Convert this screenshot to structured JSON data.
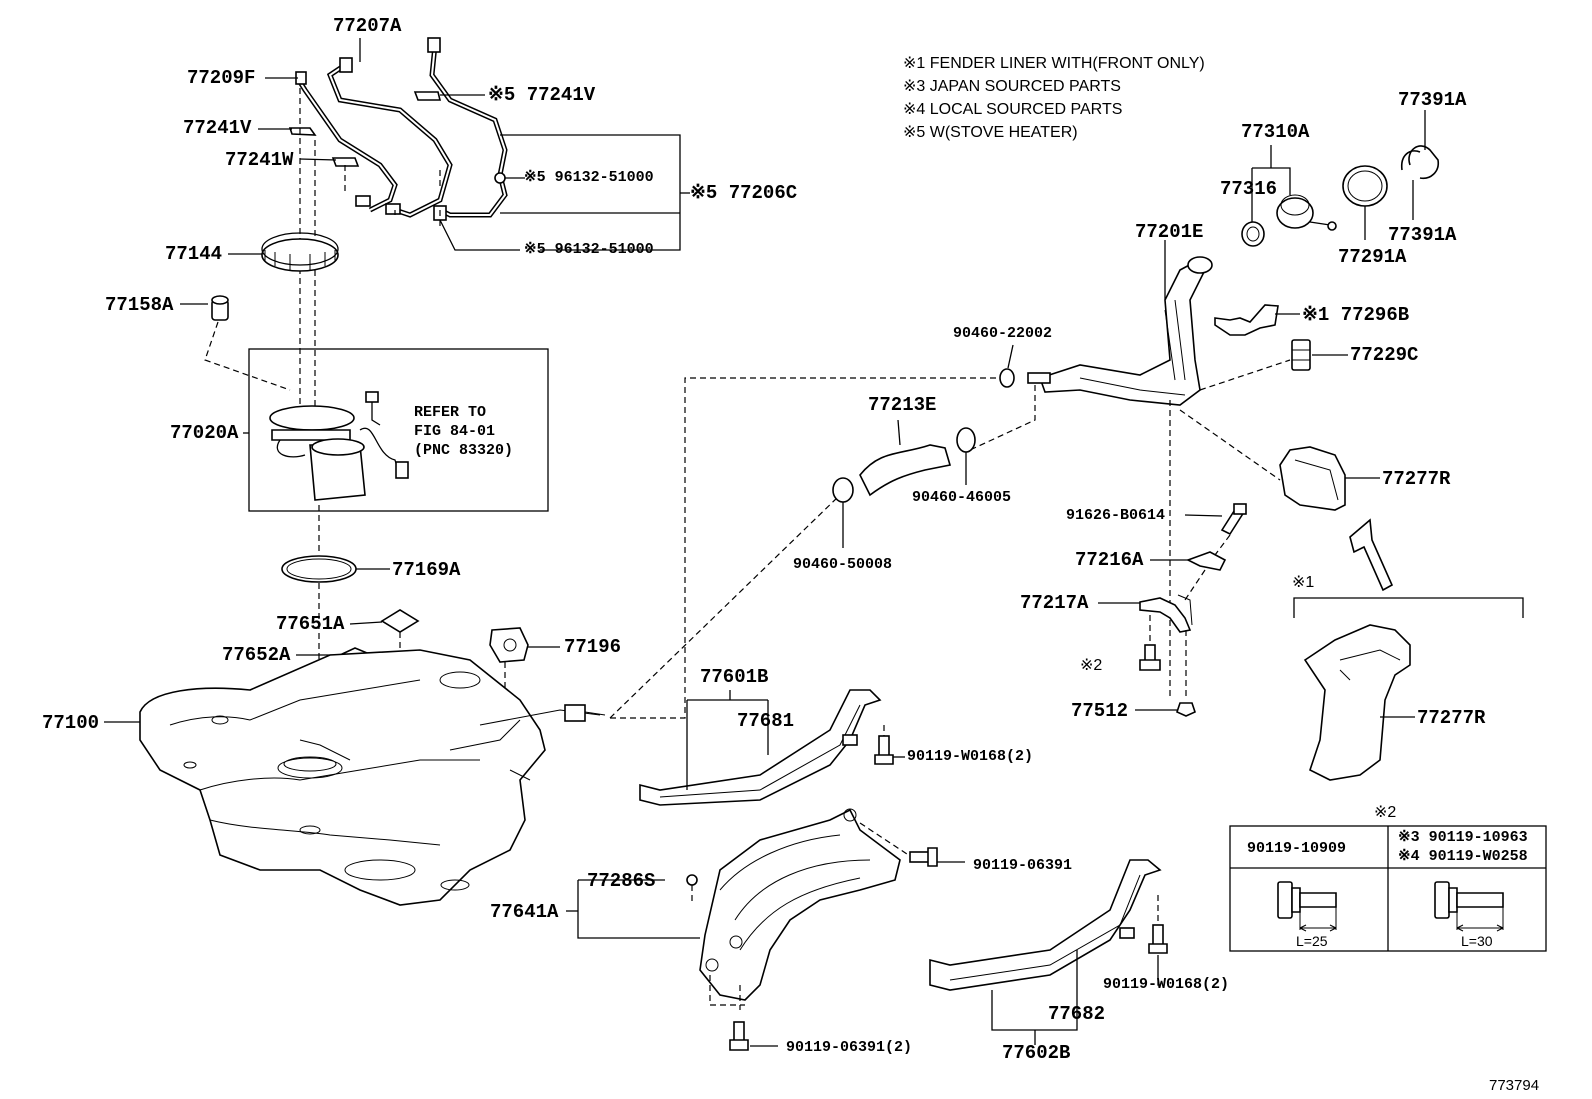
{
  "notes": [
    "※1 FENDER LINER WITH(FRONT ONLY)",
    "※3 JAPAN SOURCED PARTS",
    "※4 LOCAL SOURCED PARTS",
    "※5 W(STOVE HEATER)"
  ],
  "labels": {
    "p77207A": "77207A",
    "p77209F": "77209F",
    "p77241V_a": "77241V",
    "p77241V_b": "※5 77241V",
    "p77241W": "77241W",
    "p96132_a": "※5 96132-51000",
    "p96132_b": "※5 96132-51000",
    "p77206C": "※5 77206C",
    "p77144": "77144",
    "p77158A": "77158A",
    "p77020A": "77020A",
    "p77169A": "77169A",
    "p77651A": "77651A",
    "p77652A": "77652A",
    "p77196": "77196",
    "p77100": "77100",
    "p77601B": "77601B",
    "p77681": "77681",
    "p90119_W0168_a": "90119-W0168(2)",
    "p90119_06391_a": "90119-06391",
    "p77286S": "77286S",
    "p77641A": "77641A",
    "p90119_06391_b": "90119-06391(2)",
    "p90119_W0168_b": "90119-W0168(2)",
    "p77682": "77682",
    "p77602B": "77602B",
    "p90460_22002": "90460-22002",
    "p77213E": "77213E",
    "p90460_46005": "90460-46005",
    "p90460_50008": "90460-50008",
    "p77201E": "77201E",
    "p77310A": "77310A",
    "p77316": "77316",
    "p77391A_a": "77391A",
    "p77391A_b": "77391A",
    "p77291A": "77291A",
    "p77296B": "※1 77296B",
    "p77229C": "77229C",
    "p77277R_a": "77277R",
    "p77277R_b": "77277R",
    "p91626": "91626-B0614",
    "p77216A": "77216A",
    "p77217A": "77217A",
    "p77512": "77512",
    "p_star2_bolt": "※2",
    "p_star1": "※1"
  },
  "refer": {
    "line1": "REFER TO",
    "line2": "FIG 84-01",
    "line3": "(PNC 83320)"
  },
  "table": {
    "title": "※2",
    "col1_head": "90119-10909",
    "col2_head_1": "※3 90119-10963",
    "col2_head_2": "※4 90119-W0258",
    "col1_dim": "L=25",
    "col2_dim": "L=30"
  },
  "figure_number": "773794"
}
